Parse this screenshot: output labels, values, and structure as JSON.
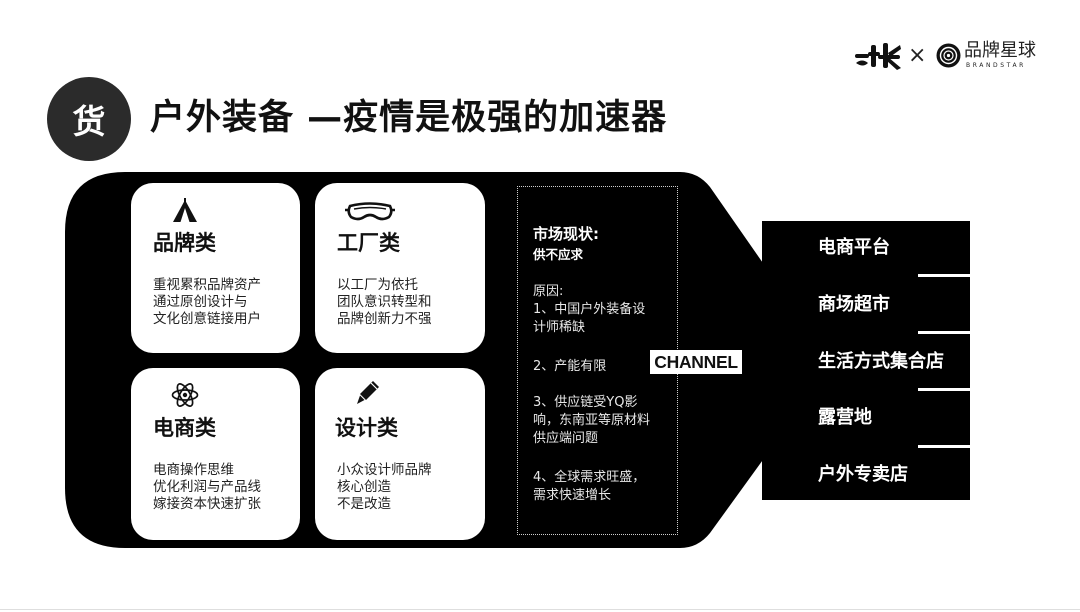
{
  "header": {
    "badge": "货",
    "title": "户外装备 —疫情是极强的加速器"
  },
  "logos": {
    "partner_logo_icon": "partner-logo",
    "times": "×",
    "brand_mark_icon": "brandstar-mark-icon",
    "brand_cn": "品牌星球",
    "brand_en": "BRANDSTAR"
  },
  "cards": [
    {
      "icon": "tent-icon",
      "title": "品牌类",
      "lines": [
        "重视累积品牌资产",
        "通过原创设计与",
        "文化创意链接用户"
      ]
    },
    {
      "icon": "goggles-icon",
      "title": "工厂类",
      "lines": [
        "以工厂为依托",
        "团队意识转型和",
        "品牌创新力不强"
      ]
    },
    {
      "icon": "atom-icon",
      "title": "电商类",
      "lines": [
        "电商操作思维",
        "优化利润与产品线",
        "嫁接资本快速扩张"
      ]
    },
    {
      "icon": "pen-icon",
      "title": "设计类",
      "lines": [
        "小众设计师品牌",
        "核心创造",
        "不是改造"
      ]
    }
  ],
  "market": {
    "heading": "市场现状:",
    "subheading": "供不应求",
    "reasons_label": "原因:",
    "reasons": [
      [
        "1、中国户外装备设",
        "计师稀缺"
      ],
      [
        "2、产能有限"
      ],
      [
        "3、供应链受YQ影",
        "响，东南亚等原材料",
        "供应端问题"
      ],
      [
        "4、全球需求旺盛，",
        "需求快速增长"
      ]
    ]
  },
  "channel_label": "CHANNEL",
  "channels": [
    "电商平台",
    "商场超市",
    "生活方式集合店",
    "露营地",
    "户外专卖店"
  ],
  "colors": {
    "background": "#ffffff",
    "shape": "#000000",
    "card": "#ffffff",
    "badge": "#2b2b2b"
  }
}
